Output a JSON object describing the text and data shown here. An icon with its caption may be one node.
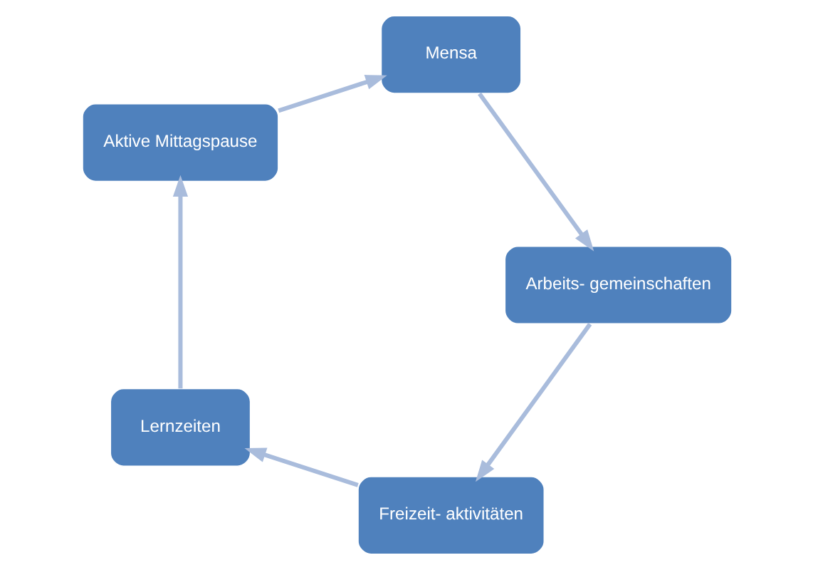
{
  "diagram": {
    "nodes": [
      {
        "text": [
          "Freizeit- aktivitäten"
        ]
      },
      {
        "text": [
          "Lernzeiten"
        ]
      },
      {
        "text": [
          "Aktive Mittagspause"
        ]
      },
      {
        "text": [
          "Mensa"
        ]
      },
      {
        "text": [
          "Arbeits- gemeinschaften"
        ]
      }
    ],
    "edges": [
      {
        "from": 0,
        "to": 1,
        "arrow": "to"
      },
      {
        "from": 1,
        "to": 2,
        "arrow": "to"
      },
      {
        "from": 2,
        "to": 3,
        "arrow": "to"
      },
      {
        "from": 3,
        "to": 4,
        "arrow": "to"
      },
      {
        "from": 4,
        "to": 0,
        "arrow": "to"
      }
    ]
  }
}
